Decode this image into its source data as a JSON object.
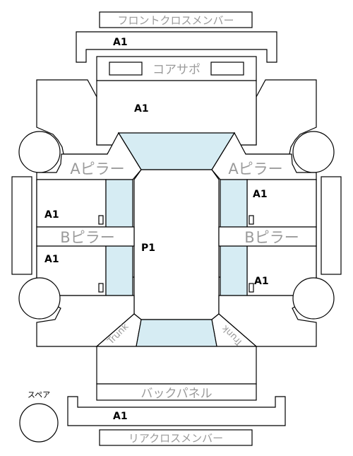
{
  "labels": {
    "front_cross_member": "フロントクロスメンバー",
    "core_support": "コアサポ",
    "a_pillar_left": "Aピラー",
    "a_pillar_right": "Aピラー",
    "b_pillar_left": "Bピラー",
    "b_pillar_right": "Bピラー",
    "back_panel": "バックパネル",
    "rear_cross_member": "リアクロスメンバー",
    "spare": "スペア",
    "trunk_left": "Trunk",
    "trunk_right": "Trunk"
  },
  "grades": {
    "front_cross_member": "A1",
    "hood": "A1",
    "front_door_left": "A1",
    "rear_door_left": "A1",
    "front_door_right": "A1",
    "rear_door_right": "A1",
    "roof": "P1",
    "rear_cross_member": "A1"
  }
}
